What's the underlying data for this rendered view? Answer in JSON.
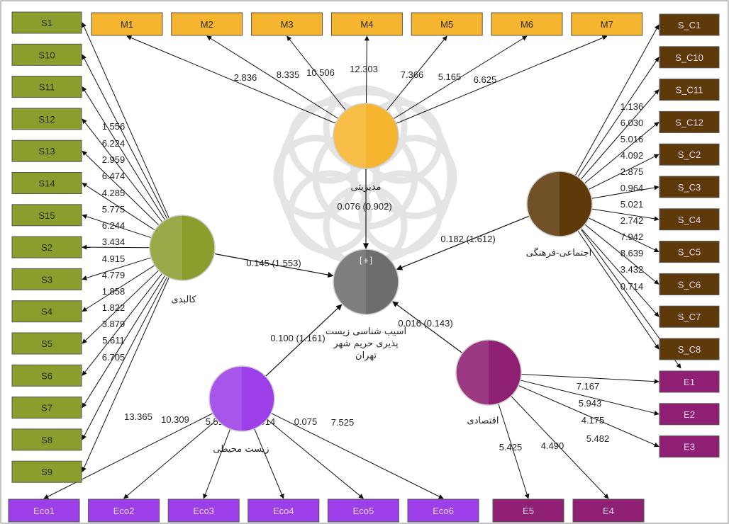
{
  "colors": {
    "management": "#f5b52e",
    "physical": "#8a9e2e",
    "social": "#5e3a0b",
    "economic": "#8e1f72",
    "environment": "#9d3fe8",
    "target": "#6d6d6d",
    "watermark": "#c8c8c8"
  },
  "constructs": {
    "management": {
      "label": "مدیریتی",
      "path": "0.076 (0.902)"
    },
    "physical": {
      "label": "کالبدی",
      "path": "0.145 (1.553)"
    },
    "social": {
      "label": "اجتماعی-فرهنگی",
      "path": "0.182 (1.612)"
    },
    "economic": {
      "label": "اقتصادی",
      "path": "0.016 (0.143)"
    },
    "environment": {
      "label": "زیست محیطی",
      "path": "0.100 (1.161)"
    },
    "target": {
      "label_line1": "آسیب شناسی زیست",
      "label_line2": "پذیری حریم شهر",
      "label_line3": "تهران",
      "badge": "[+]"
    }
  },
  "indicators": {
    "management": [
      "M1",
      "M2",
      "M3",
      "M4",
      "M5",
      "M6",
      "M7"
    ],
    "physical": [
      "S1",
      "S10",
      "S11",
      "S12",
      "S13",
      "S14",
      "S15",
      "S2",
      "S3",
      "S4",
      "S5",
      "S6",
      "S7",
      "S8",
      "S9"
    ],
    "social": [
      "S_C1",
      "S_C10",
      "S_C11",
      "S_C12",
      "S_C2",
      "S_C3",
      "S_C4",
      "S_C5",
      "S_C6",
      "S_C7",
      "S_C8"
    ],
    "economic": [
      "E1",
      "E2",
      "E3",
      "E4",
      "E5"
    ],
    "environment": [
      "Eco1",
      "Eco2",
      "Eco3",
      "Eco4",
      "Eco5",
      "Eco6"
    ]
  },
  "loadings": {
    "management": [
      "2.836",
      "8.335",
      "10.506",
      "12.303",
      "7.366",
      "5.165",
      "6.625"
    ],
    "physical": [
      "1.556",
      "6.224",
      "2.959",
      "6.474",
      "4.285",
      "5.775",
      "6.244",
      "3.434",
      "4.915",
      "4.779",
      "1.858",
      "1.822",
      "3.879",
      "5.611",
      "6.705"
    ],
    "social": [
      "1.136",
      "6.030",
      "5.016",
      "4.092",
      "2.875",
      "0.964",
      "5.021",
      "2.742",
      "7.942",
      "8.639",
      "3.432",
      "0.714"
    ],
    "economic": [
      "7.167",
      "5.943",
      "4.175",
      "5.482",
      "4.490",
      "5.425"
    ],
    "environment": [
      "13.365",
      "10.309",
      "5.518",
      "0.914",
      "0.075",
      "7.525"
    ]
  }
}
